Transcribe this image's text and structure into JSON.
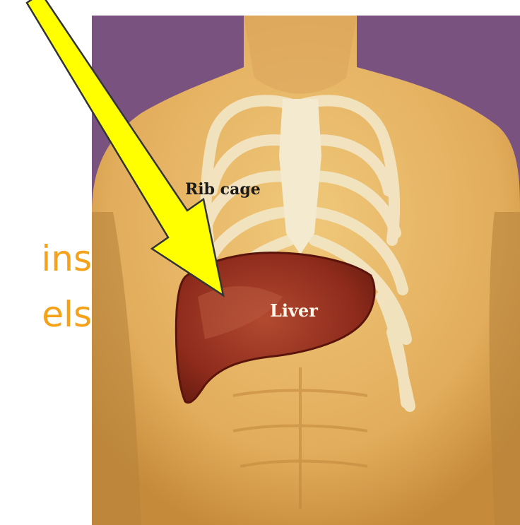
{
  "side_text": {
    "line1": "ins",
    "line2": "els",
    "color": "#f5a11a"
  },
  "figure": {
    "labels": {
      "rib_cage": "Rib cage",
      "liver": "Liver"
    },
    "colors": {
      "background": "#7a5280",
      "skin": "#e6b665",
      "skin_shadow": "#c98f3c",
      "ribs": "#f2e5c4",
      "liver": "#8e2b1c",
      "liver_highlight": "#b2452e",
      "arrow_fill": "#ffff00",
      "arrow_stroke": "#333333"
    }
  }
}
